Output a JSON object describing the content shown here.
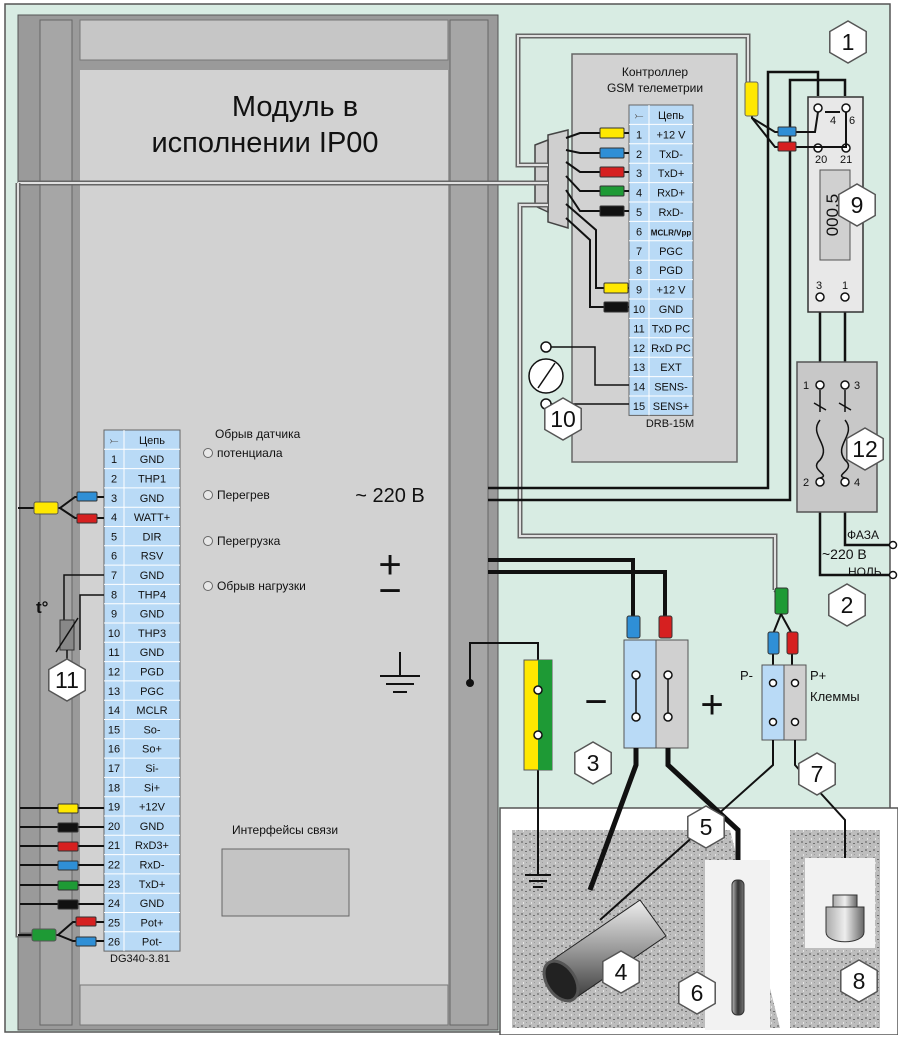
{
  "module": {
    "title_line1": "Модуль  в",
    "title_line2": "исполнении IP00",
    "voltage": "~ 220 В",
    "interfaces": "Интерфейсы связи",
    "plus": "+",
    "minus": "−",
    "indicators": [
      {
        "line1": "Обрыв датчика",
        "line2": "потенциала"
      },
      {
        "line1": "Перегрев",
        "line2": ""
      },
      {
        "line1": "Перегрузка",
        "line2": ""
      },
      {
        "line1": "Обрыв нагрузки",
        "line2": ""
      }
    ],
    "block_header": "Цепь",
    "block_model": "DG340-3.81",
    "pins": [
      {
        "n": "1",
        "name": "GND"
      },
      {
        "n": "2",
        "name": "THP1"
      },
      {
        "n": "3",
        "name": "GND"
      },
      {
        "n": "4",
        "name": "WATT+"
      },
      {
        "n": "5",
        "name": "DIR"
      },
      {
        "n": "6",
        "name": "RSV"
      },
      {
        "n": "7",
        "name": "GND"
      },
      {
        "n": "8",
        "name": "THP4"
      },
      {
        "n": "9",
        "name": "GND"
      },
      {
        "n": "10",
        "name": "THP3"
      },
      {
        "n": "11",
        "name": "GND"
      },
      {
        "n": "12",
        "name": "PGD"
      },
      {
        "n": "13",
        "name": "PGC"
      },
      {
        "n": "14",
        "name": "MCLR"
      },
      {
        "n": "15",
        "name": "So-"
      },
      {
        "n": "16",
        "name": "So+"
      },
      {
        "n": "17",
        "name": "Si-"
      },
      {
        "n": "18",
        "name": "Si+"
      },
      {
        "n": "19",
        "name": "+12V"
      },
      {
        "n": "20",
        "name": "GND"
      },
      {
        "n": "21",
        "name": "RxD3+"
      },
      {
        "n": "22",
        "name": "RxD-"
      },
      {
        "n": "23",
        "name": "TxD+"
      },
      {
        "n": "24",
        "name": "GND"
      },
      {
        "n": "25",
        "name": "Pot+"
      },
      {
        "n": "26",
        "name": "Pot-"
      }
    ]
  },
  "controller": {
    "title_line1": "Контроллер",
    "title_line2": "GSM телеметрии",
    "header": "Цепь",
    "model": "DRB-15M",
    "pins": [
      {
        "n": "1",
        "name": "+12 V"
      },
      {
        "n": "2",
        "name": "TxD-"
      },
      {
        "n": "3",
        "name": "TxD+"
      },
      {
        "n": "4",
        "name": "RxD+"
      },
      {
        "n": "5",
        "name": "RxD-"
      },
      {
        "n": "6",
        "name": "MCLR/Vpp"
      },
      {
        "n": "7",
        "name": "PGC"
      },
      {
        "n": "8",
        "name": "PGD"
      },
      {
        "n": "9",
        "name": "+12 V"
      },
      {
        "n": "10",
        "name": "GND"
      },
      {
        "n": "11",
        "name": "TxD PC"
      },
      {
        "n": "12",
        "name": "RxD PC"
      },
      {
        "n": "13",
        "name": "EXT"
      },
      {
        "n": "14",
        "name": "SENS-"
      },
      {
        "n": "15",
        "name": "SENS+"
      }
    ]
  },
  "meter": {
    "display": "000.5",
    "terms": [
      "4",
      "6",
      "20",
      "21",
      "3",
      "1"
    ]
  },
  "breaker": {
    "terms": [
      "1",
      "3",
      "2",
      "4"
    ]
  },
  "power": {
    "phase": "ФАЗА",
    "voltage": "~220 В",
    "neutral": "НОЛЬ"
  },
  "terminals": {
    "minus": "−",
    "plus": "+",
    "p_minus": "P-",
    "p_plus": "P+",
    "label": "Клеммы"
  },
  "sensor_label": "t°",
  "callouts": [
    "1",
    "2",
    "3",
    "4",
    "5",
    "6",
    "7",
    "8",
    "9",
    "10",
    "11",
    "12"
  ],
  "colors": {
    "background": "#d8ece3",
    "module": "#d2d2d2",
    "frame": "#9a9a9a",
    "block": "#b9daf6",
    "yellow": "#ffe800",
    "blue": "#2f8fd6",
    "red": "#d62020",
    "green": "#1e9a35",
    "black": "#111111"
  }
}
